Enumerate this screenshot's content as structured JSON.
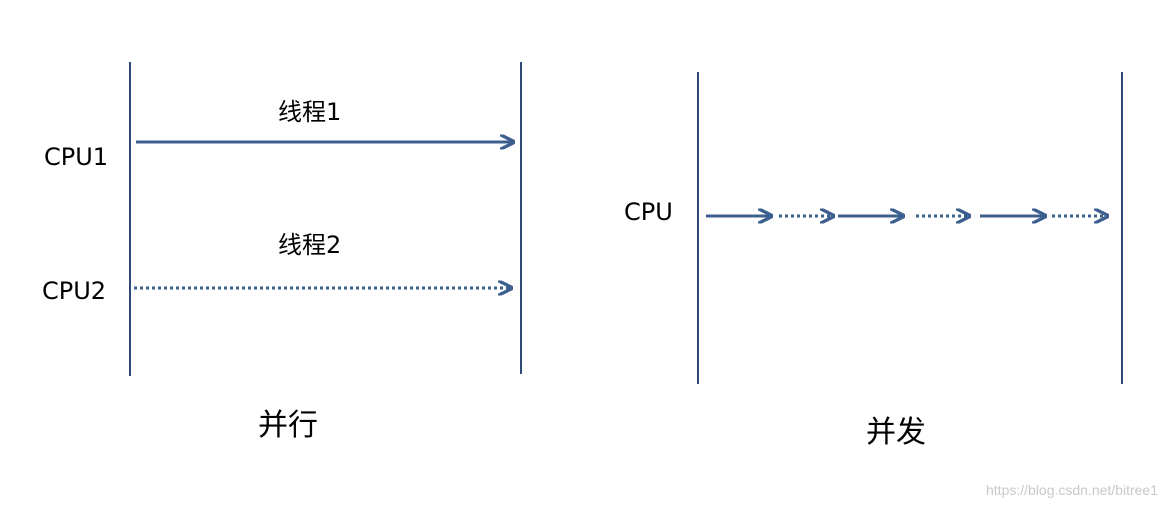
{
  "parallel": {
    "cpu1_label": "CPU1",
    "cpu2_label": "CPU2",
    "thread1_label": "线程1",
    "thread2_label": "线程2",
    "caption": "并行"
  },
  "concurrent": {
    "cpu_label": "CPU",
    "caption": "并发"
  },
  "watermark": "https://blog.csdn.net/bitree1",
  "colors": {
    "line": "#2f4b72",
    "arrow": "#3d5f8f"
  }
}
